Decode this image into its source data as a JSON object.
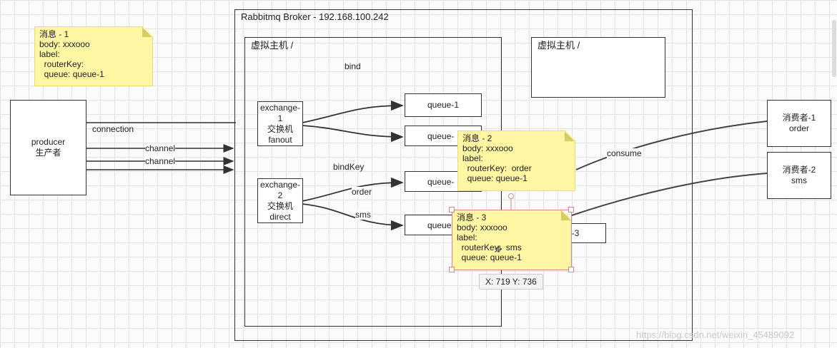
{
  "broker": {
    "title": "Rabbitmq Broker - 192.168.100.242"
  },
  "vhost_left": {
    "title": "虚拟主机 /"
  },
  "vhost_right": {
    "title": "虚拟主机 /"
  },
  "labels": {
    "bind": "bind",
    "bindKey": "bindKey",
    "connection": "connection",
    "channel1": "channel",
    "channel2": "channel",
    "order": "order",
    "sms": "sms",
    "consume": "consume"
  },
  "producer": {
    "line1": "producer",
    "line2": "生产者"
  },
  "exchange1": {
    "line1": "exchange-1",
    "line2": "交换机",
    "line3": "fanout"
  },
  "exchange2": {
    "line1": "exchange-2",
    "line2": "交换机",
    "line3": "direct"
  },
  "queues": {
    "q1": "queue-1",
    "q2": "queue-",
    "q3": "queue-",
    "q4": "queue",
    "q5": "e-3"
  },
  "consumer1": {
    "line1": "消费者-1",
    "line2": "order"
  },
  "consumer2": {
    "line1": "消费者-2",
    "line2": "sms"
  },
  "note1": {
    "l1": "消息 - 1",
    "l2": "body: xxxooo",
    "l3": "label:",
    "l4": "  routerKey:",
    "l5": "  queue: queue-1"
  },
  "note2": {
    "l1": "消息 - 2",
    "l2": "body: xxxooo",
    "l3": "label:",
    "l4": "  routerKey:  order",
    "l5": "  queue: queue-1"
  },
  "note3": {
    "l1": "消息 - 3",
    "l2": "body: xxxooo",
    "l3": "label:",
    "l4": "  routerKey:  sms",
    "l5": "  queue: queue-1"
  },
  "tooltip": {
    "text": "X: 719  Y: 736"
  },
  "watermark": {
    "text": "https://blog.csdn.net/weixin_45489092"
  }
}
